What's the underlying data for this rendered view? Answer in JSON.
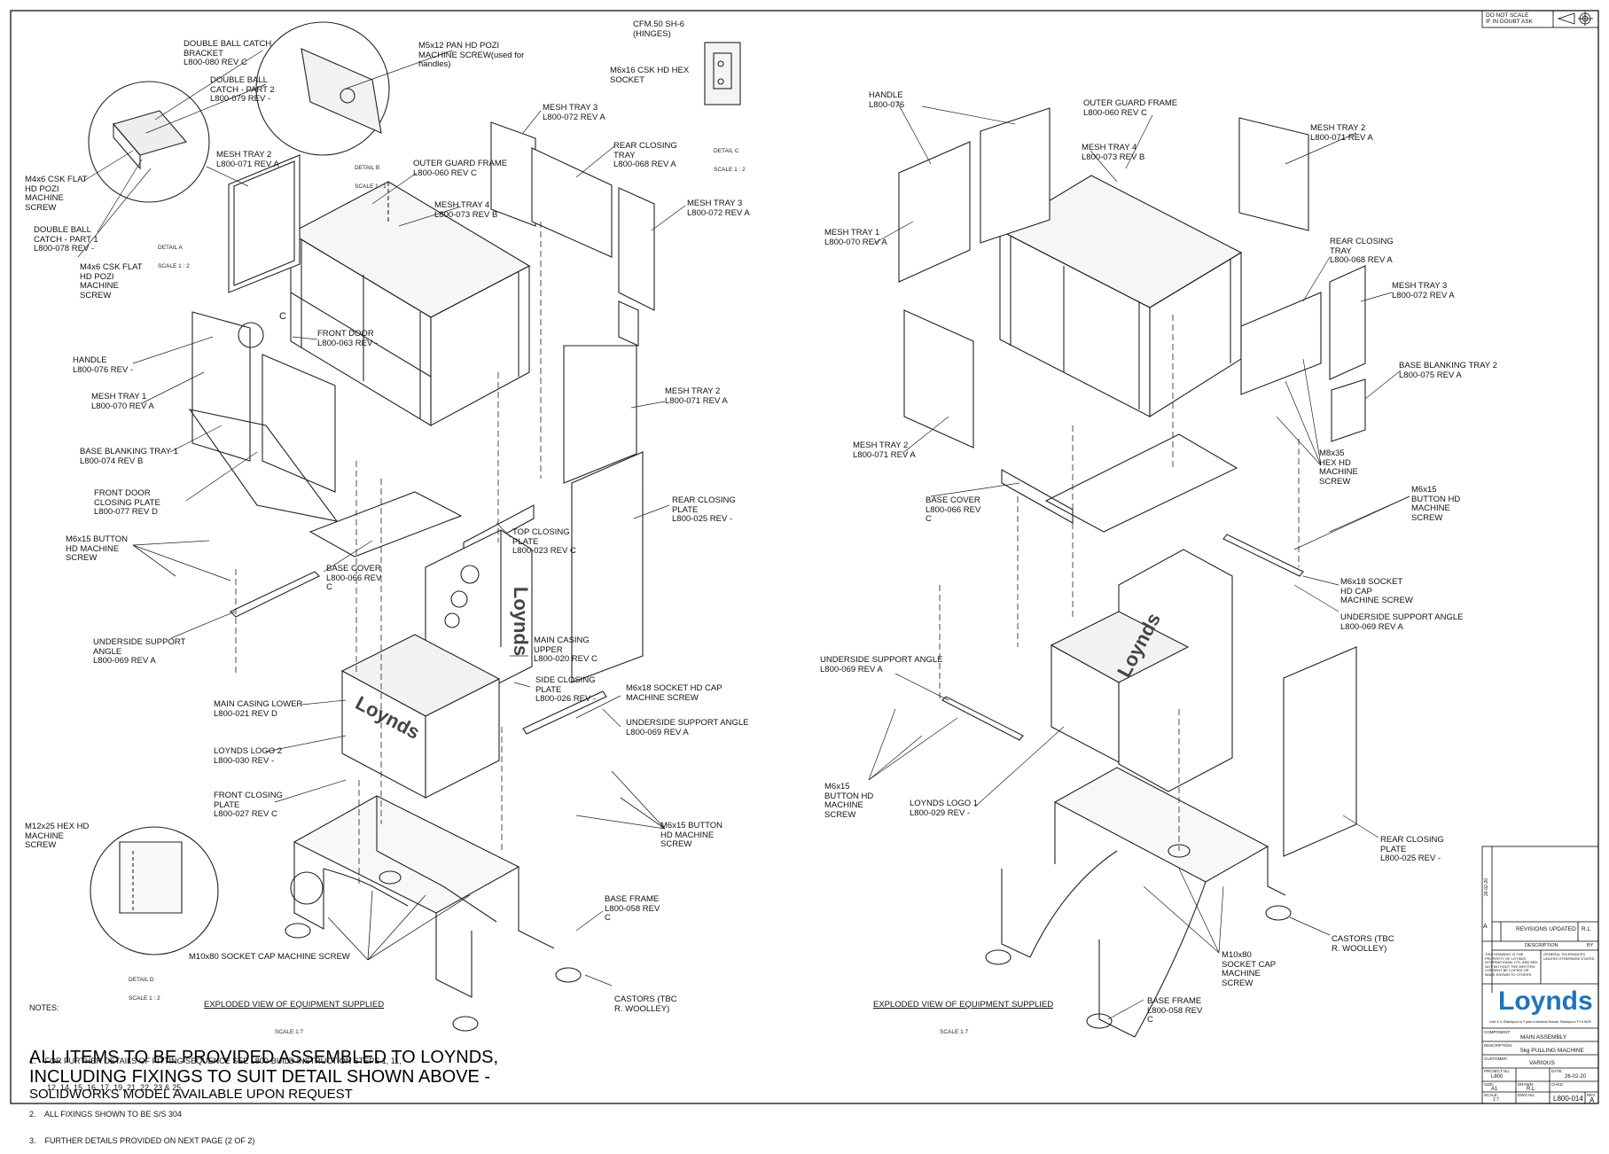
{
  "scale_note": {
    "line1": "DO NOT SCALE",
    "line2": "IF IN DOUBT ASK"
  },
  "left_view": {
    "callouts": {
      "double_ball_catch_bracket": [
        "DOUBLE BALL CATCH",
        "BRACKET",
        "L800-080 REV C"
      ],
      "double_ball_catch_part2": [
        "DOUBLE BALL",
        "CATCH - PART 2",
        "L800-079 REV -"
      ],
      "m4x6_screw_1": [
        "M4x6 CSK FLAT",
        "HD POZI",
        "MACHINE",
        "SCREW"
      ],
      "double_ball_catch_part1": [
        "DOUBLE BALL",
        "CATCH - PART 1",
        "L800-078 REV -"
      ],
      "m4x6_screw_2": [
        "M4x6 CSK FLAT",
        "HD POZI",
        "MACHINE",
        "SCREW"
      ],
      "m5x12_screw": [
        "M5x12 PAN HD POZI",
        "MACHINE SCREW(used for",
        "handles)"
      ],
      "cfm_hinges": [
        "CFM.50 SH-6",
        "(HINGES)"
      ],
      "m6x16_csk": [
        "M6x16 CSK HD HEX",
        "SOCKET"
      ],
      "mesh_tray_2_top": [
        "MESH TRAY 2",
        "L800-071 REV A"
      ],
      "outer_guard_frame": [
        "OUTER GUARD FRAME",
        "L800-060 REV C"
      ],
      "mesh_tray_3_top": [
        "MESH TRAY 3",
        "L800-072 REV A"
      ],
      "rear_closing_tray": [
        "REAR CLOSING",
        "TRAY",
        "L800-068 REV A"
      ],
      "mesh_tray_4": [
        "MESH TRAY 4",
        "L800-073 REV B"
      ],
      "mesh_tray_3_right": [
        "MESH TRAY 3",
        "L800-072 REV A"
      ],
      "handle": [
        "HANDLE",
        "L800-076 REV -"
      ],
      "front_door": [
        "FRONT DOOR",
        "L800-063 REV -"
      ],
      "mesh_tray_1": [
        "MESH TRAY 1",
        "L800-070 REV A"
      ],
      "mesh_tray_2_right": [
        "MESH TRAY 2",
        "L800-071 REV A"
      ],
      "base_blanking_tray_1": [
        "BASE BLANKING TRAY 1",
        "L800-074 REV B"
      ],
      "front_door_closing_plate": [
        "FRONT DOOR",
        "CLOSING PLATE",
        "L800-077 REV D"
      ],
      "rear_closing_plate": [
        "REAR CLOSING",
        "PLATE",
        "L800-025 REV -"
      ],
      "m6x15_button_1": [
        "M6x15 BUTTON",
        "HD MACHINE",
        "SCREW"
      ],
      "top_closing_plate": [
        "TOP CLOSING",
        "PLATE",
        "L800-023 REV C"
      ],
      "base_cover": [
        "BASE COVER",
        "L800-066 REV",
        "C"
      ],
      "underside_support_angle_1": [
        "UNDERSIDE SUPPORT",
        "ANGLE",
        "L800-069 REV A"
      ],
      "main_casing_upper": [
        "MAIN CASING",
        "UPPER",
        "L800-020 REV C"
      ],
      "side_closing_plate": [
        "SIDE CLOSING",
        "PLATE",
        "L800-026 REV -"
      ],
      "main_casing_lower": [
        "MAIN CASING LOWER",
        "L800-021 REV D"
      ],
      "m6x18_socket": [
        "M6x18 SOCKET HD CAP",
        "MACHINE SCREW"
      ],
      "underside_support_angle_2": [
        "UNDERSIDE SUPPORT ANGLE",
        "L800-069 REV A"
      ],
      "loynds_logo_2": [
        "LOYNDS LOGO 2",
        "L800-030 REV -"
      ],
      "front_closing_plate": [
        "FRONT CLOSING",
        "PLATE",
        "L800-027 REV C"
      ],
      "m6x15_button_2": [
        "M6x15 BUTTON",
        "HD MACHINE",
        "SCREW"
      ],
      "m12x25_hex": [
        "M12x25 HEX HD",
        "MACHINE",
        "SCREW"
      ],
      "base_frame": [
        "BASE FRAME",
        "L800-058 REV",
        "C"
      ],
      "m10x80_socket": [
        "M10x80 SOCKET CAP MACHINE SCREW"
      ],
      "castors": [
        "CASTORS (TBC",
        "R. WOOLLEY)"
      ]
    },
    "details": {
      "detail_a": [
        "DETAIL A",
        "SCALE 1 : 2"
      ],
      "detail_b": [
        "DETAIL B",
        "SCALE 1 : 1"
      ],
      "detail_c": [
        "DETAIL C",
        "SCALE 1 : 2"
      ],
      "detail_d": [
        "DETAIL D",
        "SCALE 1 : 2"
      ],
      "detail_c_letter": "C"
    },
    "view_title": "EXPLODED VIEW OF EQUIPMENT SUPPLIED",
    "view_scale": "SCALE 1:7",
    "watermark": "Loynds"
  },
  "right_view": {
    "callouts": {
      "handle": [
        "HANDLE",
        "L800-076"
      ],
      "outer_guard_frame": [
        "OUTER GUARD FRAME",
        "L800-060 REV C"
      ],
      "mesh_tray_2_top": [
        "MESH TRAY 2",
        "L800-071 REV A"
      ],
      "mesh_tray_4": [
        "MESH TRAY 4",
        "L800-073 REV B"
      ],
      "mesh_tray_1": [
        "MESH TRAY 1",
        "L800-070 REV A"
      ],
      "rear_closing_tray": [
        "REAR CLOSING",
        "TRAY",
        "L800-068 REV A"
      ],
      "mesh_tray_3": [
        "MESH TRAY 3",
        "L800-072 REV A"
      ],
      "base_blanking_tray_2": [
        "BASE BLANKING TRAY 2",
        "L800-075 REV A"
      ],
      "mesh_tray_2_bottom": [
        "MESH TRAY 2",
        "L800-071 REV A"
      ],
      "m8x35_hex": [
        "M8x35",
        "HEX HD",
        "MACHINE",
        "SCREW"
      ],
      "base_cover": [
        "BASE COVER",
        "L800-066 REV",
        "C"
      ],
      "m6x15_button_1": [
        "M6x15",
        "BUTTON HD",
        "MACHINE",
        "SCREW"
      ],
      "m6x18_socket": [
        "M6x18 SOCKET",
        "HD CAP",
        "MACHINE SCREW"
      ],
      "underside_support_angle_1": [
        "UNDERSIDE SUPPORT ANGLE",
        "L800-069 REV A"
      ],
      "underside_support_angle_2": [
        "UNDERSIDE SUPPORT ANGLE",
        "L800-069 REV A"
      ],
      "m6x15_button_2": [
        "M6x15",
        "BUTTON HD",
        "MACHINE",
        "SCREW"
      ],
      "loynds_logo_1": [
        "LOYNDS LOGO 1",
        "L800-029 REV -"
      ],
      "rear_closing_plate": [
        "REAR CLOSING",
        "PLATE",
        "L800-025 REV -"
      ],
      "castors": [
        "CASTORS (TBC",
        "R. WOOLLEY)"
      ],
      "m10x80_socket": [
        "M10x80",
        "SOCKET CAP",
        "MACHINE",
        "SCREW"
      ],
      "base_frame": [
        "BASE FRAME",
        "L800-058 REV",
        "C"
      ]
    },
    "view_title": "EXPLODED VIEW OF EQUIPMENT SUPPLIED",
    "view_scale": "SCALE 1:7",
    "watermark": "Loynds"
  },
  "notes": {
    "heading": "NOTES:",
    "items": [
      "1.    FOR FURTHER DETAILS OF FITTING SEQUENCE SEE L800-BUILD INSTRUCTION STEPS 1, 11,",
      "        12, 14, 15, 16, 17, 19, 21, 22, 23 & 25",
      "2.    ALL FIXINGS SHOWN TO BE S/S 304",
      "3.    FURTHER DETAILS PROVIDED ON NEXT PAGE (2 OF 2)"
    ]
  },
  "assembly_note": {
    "line1": "ALL ITEMS TO BE PROVIDED ASSEMBLED TO LOYNDS,",
    "line2": "INCLUDING FIXINGS TO SUIT DETAIL SHOWN ABOVE -",
    "line3": "SOLIDWORKS MODEL AVAILABLE UPON REQUEST"
  },
  "title_block": {
    "rev_letter": "A",
    "rev_date": "26-02-20",
    "rev_desc": "REVISIONS UPDATED",
    "rev_by": "R.L",
    "desc_header": "DESCRIPTION",
    "by_header": "BY",
    "copyright_left": "THIS DRAWING IS THE PROPERTY OF LOYNDS INTERNATIONAL LTD. AND MAY NOT WITHOUT THE WRITTEN CONSENT BE COPIED OR MADE KNOWN TO OTHERS",
    "copyright_right": "GENERAL TOLERANCES UNLESS OTHERWISE STATED",
    "company_logo": "Loynds",
    "address": "Unit 3-4, Blackpool & Fylde Industrial Estate, Blackpool FY4 5DR",
    "component_label": "COMPONENT:",
    "component": "MAIN ASSEMBLY",
    "description_label": "DESCRIPTION:",
    "description": "5kg PULLING MACHINE",
    "customer_label": "CUSTOMER:",
    "customer": "VARIOUS",
    "project_label": "PROJECT No:",
    "project": "L800",
    "date_label": "DATE:",
    "date": "26-02-20",
    "size_label": "SIZE:",
    "size": "A1",
    "drawn_label": "DRAWN:",
    "drawn": "R.L",
    "checked_label": "CHKD:",
    "scale_label": "SCALE:",
    "scale": "1:7",
    "dwg_label": "DWG No:",
    "dwg": "L800-014",
    "rev_label": "REV:",
    "rev": "A"
  }
}
